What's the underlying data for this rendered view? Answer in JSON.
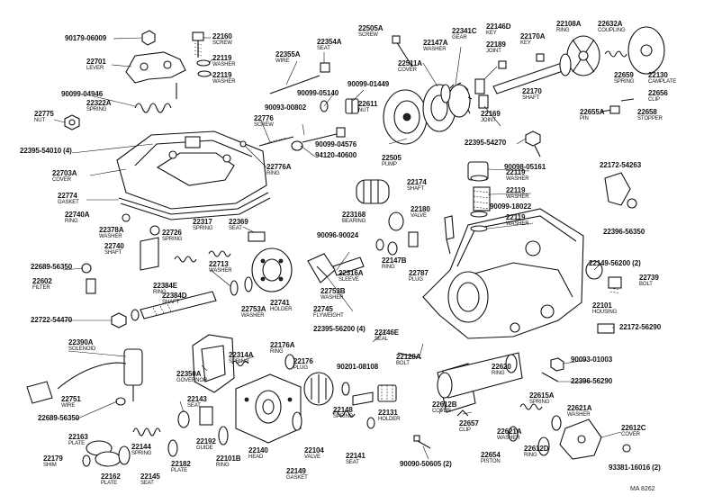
{
  "diagram": {
    "reference_code": "MA  8262",
    "callouts": [
      {
        "num": "90179-06009",
        "name": ""
      },
      {
        "num": "22160",
        "name": "SCREW"
      },
      {
        "num": "22119",
        "name": "WASHER"
      },
      {
        "num": "22119",
        "name": "WASHER"
      },
      {
        "num": "22701",
        "name": "LEVER"
      },
      {
        "num": "22354A",
        "name": "SEAT"
      },
      {
        "num": "22355A",
        "name": "WIRE"
      },
      {
        "num": "22505A",
        "name": "SCREW"
      },
      {
        "num": "22341C",
        "name": "GEAR"
      },
      {
        "num": "22147A",
        "name": "WASHER"
      },
      {
        "num": "22189",
        "name": "JOINT"
      },
      {
        "num": "22146D",
        "name": "KEY"
      },
      {
        "num": "22108A",
        "name": "RING"
      },
      {
        "num": "22632A",
        "name": "COUPLING"
      },
      {
        "num": "22170A",
        "name": "KEY"
      },
      {
        "num": "90099-04946",
        "name": ""
      },
      {
        "num": "22322A",
        "name": "SPRING"
      },
      {
        "num": "22775",
        "name": "NUT"
      },
      {
        "num": "90099-05140",
        "name": ""
      },
      {
        "num": "22511A",
        "name": "COVER"
      },
      {
        "num": "22659",
        "name": "SPRING"
      },
      {
        "num": "22130",
        "name": "CAMPLATE"
      },
      {
        "num": "22656",
        "name": "CLIP"
      },
      {
        "num": "22170",
        "name": "SHAFT"
      },
      {
        "num": "22655A",
        "name": "PIN"
      },
      {
        "num": "22658",
        "name": "STOPPER"
      },
      {
        "num": "90093-00802",
        "name": ""
      },
      {
        "num": "90099-01449",
        "name": ""
      },
      {
        "num": "22611",
        "name": "NUT"
      },
      {
        "num": "22776",
        "name": "SCREW"
      },
      {
        "num": "22169",
        "name": "JOINT"
      },
      {
        "num": "90099-04576",
        "name": ""
      },
      {
        "num": "22395-54010 (4)",
        "name": ""
      },
      {
        "num": "94120-40600",
        "name": ""
      },
      {
        "num": "22505",
        "name": "PUMP"
      },
      {
        "num": "22395-54270",
        "name": ""
      },
      {
        "num": "22776A",
        "name": "RING"
      },
      {
        "num": "90098-05161",
        "name": ""
      },
      {
        "num": "22703A",
        "name": "COVER"
      },
      {
        "num": "22172-54263",
        "name": ""
      },
      {
        "num": "22119",
        "name": "WASHER"
      },
      {
        "num": "22174",
        "name": "SHAFT"
      },
      {
        "num": "22774",
        "name": "GASKET"
      },
      {
        "num": "22119",
        "name": "WASHER"
      },
      {
        "num": "90099-18022",
        "name": ""
      },
      {
        "num": "22180",
        "name": "VALVE"
      },
      {
        "num": "22119",
        "name": "WASHER"
      },
      {
        "num": "22740A",
        "name": "RING"
      },
      {
        "num": "22317",
        "name": "SPRING"
      },
      {
        "num": "22369",
        "name": "SEAT"
      },
      {
        "num": "223168",
        "name": "BEARING"
      },
      {
        "num": "22396-56350",
        "name": ""
      },
      {
        "num": "22378A",
        "name": "WASHER"
      },
      {
        "num": "22726",
        "name": "SPRING"
      },
      {
        "num": "90096-90024",
        "name": ""
      },
      {
        "num": "22740",
        "name": "SHAFT"
      },
      {
        "num": "22147B",
        "name": "RING"
      },
      {
        "num": "22787",
        "name": "PLUG"
      },
      {
        "num": "22713",
        "name": "WASHER"
      },
      {
        "num": "22316A",
        "name": "SLEEVE"
      },
      {
        "num": "22689-56350",
        "name": ""
      },
      {
        "num": "22149-56200 (2)",
        "name": ""
      },
      {
        "num": "22602",
        "name": "FILTER"
      },
      {
        "num": "22384E",
        "name": "RING"
      },
      {
        "num": "22753B",
        "name": "WASHER"
      },
      {
        "num": "22739",
        "name": "BOLT"
      },
      {
        "num": "22384D",
        "name": "SHAFT"
      },
      {
        "num": "22753A",
        "name": "WASHER"
      },
      {
        "num": "22741",
        "name": "HOLDER"
      },
      {
        "num": "22101",
        "name": "HOUSING"
      },
      {
        "num": "22745",
        "name": "FLYWEIGHT"
      },
      {
        "num": "22722-54470",
        "name": ""
      },
      {
        "num": "22172-56290",
        "name": ""
      },
      {
        "num": "22395-56200 (4)",
        "name": ""
      },
      {
        "num": "22146E",
        "name": "SEAL"
      },
      {
        "num": "22390A",
        "name": "SOLENOID"
      },
      {
        "num": "22176A",
        "name": "RING"
      },
      {
        "num": "22314A",
        "name": "SPRING"
      },
      {
        "num": "22176",
        "name": "PLUG"
      },
      {
        "num": "90201-08108",
        "name": ""
      },
      {
        "num": "22128A",
        "name": "BOLT"
      },
      {
        "num": "90093-01003",
        "name": ""
      },
      {
        "num": "22350A",
        "name": "GOVERNOR"
      },
      {
        "num": "22620",
        "name": "RING"
      },
      {
        "num": "22396-56290",
        "name": ""
      },
      {
        "num": "22751",
        "name": "WIRE"
      },
      {
        "num": "22143",
        "name": "SEAT"
      },
      {
        "num": "22689-56350",
        "name": ""
      },
      {
        "num": "22612B",
        "name": "COVER"
      },
      {
        "num": "22615A",
        "name": "SPRING"
      },
      {
        "num": "22621A",
        "name": "WASHER"
      },
      {
        "num": "22148",
        "name": "SPRING"
      },
      {
        "num": "22131",
        "name": "HOLDER"
      },
      {
        "num": "22657",
        "name": "CLIP"
      },
      {
        "num": "22163",
        "name": "PLATE"
      },
      {
        "num": "22144",
        "name": "SPRING"
      },
      {
        "num": "22192",
        "name": "GUIDE"
      },
      {
        "num": "22140",
        "name": "HEAD"
      },
      {
        "num": "22104",
        "name": "VALVE"
      },
      {
        "num": "22141",
        "name": "SEAT"
      },
      {
        "num": "22621A",
        "name": "WASHER"
      },
      {
        "num": "22612C",
        "name": "COVER"
      },
      {
        "num": "22179",
        "name": "SHIM"
      },
      {
        "num": "22182",
        "name": "PLATE"
      },
      {
        "num": "22101B",
        "name": "RING"
      },
      {
        "num": "22149",
        "name": "GASKET"
      },
      {
        "num": "90090-50605 (2)",
        "name": ""
      },
      {
        "num": "22654",
        "name": "PISTON"
      },
      {
        "num": "22612D",
        "name": "RING"
      },
      {
        "num": "93381-16016 (2)",
        "name": ""
      },
      {
        "num": "22162",
        "name": "PLATE"
      },
      {
        "num": "22145",
        "name": "SEAT"
      }
    ]
  }
}
